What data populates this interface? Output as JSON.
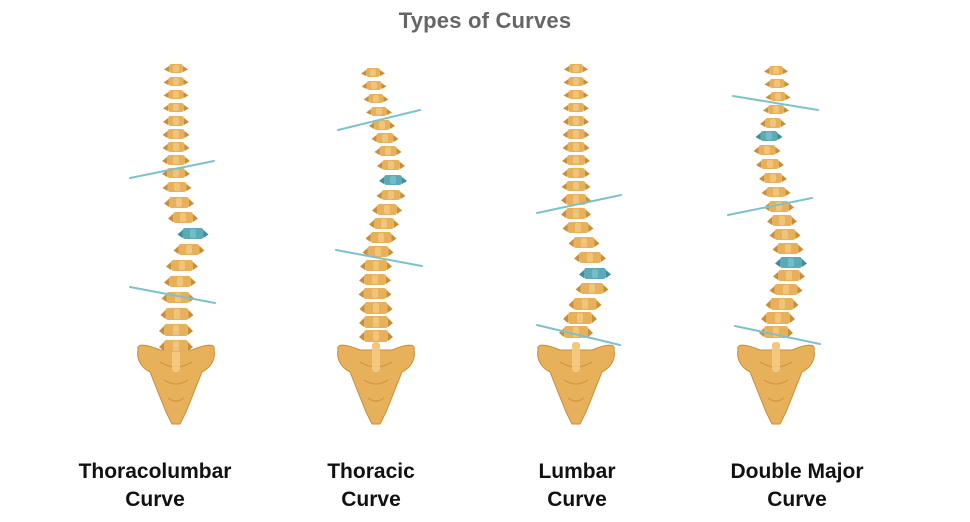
{
  "title": "Types of Curves",
  "colors": {
    "bone": "#E7B15C",
    "bone_dark": "#C98E3A",
    "bone_light": "#F2C97E",
    "disc": "#FFFFFF",
    "apex_vertebra": "#5BAAB5",
    "measure_line": "#7FC1CB"
  },
  "spines": [
    {
      "id": "thoracolumbar",
      "label_line1": "Thoracolumbar",
      "label_line2": "Curve"
    },
    {
      "id": "thoracic",
      "label_line1": "Thoracic",
      "label_line2": "Curve"
    },
    {
      "id": "lumbar",
      "label_line1": "Lumbar",
      "label_line2": "Curve"
    },
    {
      "id": "double-major",
      "label_line1": "Double Major",
      "label_line2": "Curve"
    }
  ]
}
